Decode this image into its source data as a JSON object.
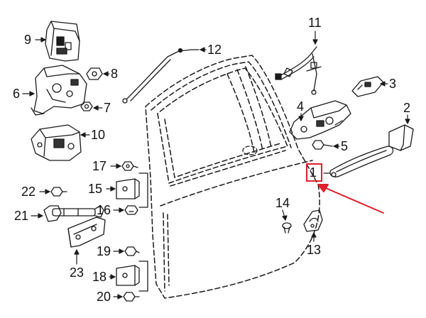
{
  "callouts": {
    "c1": "1",
    "c2": "2",
    "c3": "3",
    "c4": "4",
    "c5": "5",
    "c6": "6",
    "c7": "7",
    "c8": "8",
    "c9": "9",
    "c10": "10",
    "c11": "11",
    "c12": "12",
    "c13": "13",
    "c14": "14",
    "c15": "15",
    "c16": "16",
    "c17": "17",
    "c18": "18",
    "c19": "19",
    "c20": "20",
    "c21": "21",
    "c22": "22",
    "c23": "23"
  },
  "highlight": {
    "target": "c1",
    "color": "#e0202a"
  }
}
